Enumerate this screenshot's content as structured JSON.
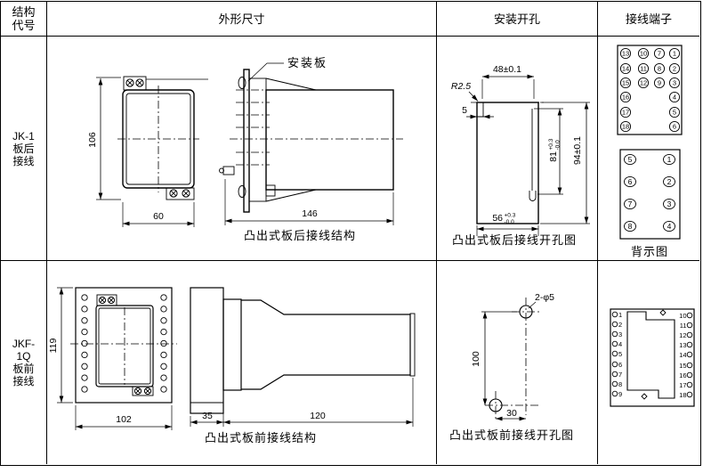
{
  "header": {
    "columns": [
      "结构代号",
      "外形尺寸",
      "安装开孔",
      "接线端子"
    ]
  },
  "rows": [
    {
      "code_lines": [
        "JK-1",
        "板后",
        "接线"
      ]
    },
    {
      "code_lines": [
        "JKF-",
        "1Q",
        "板前",
        "接线"
      ]
    }
  ],
  "outline1": {
    "plate_label": "安装板",
    "front_height": "106",
    "front_width": "60",
    "side_length": "146",
    "caption": "凸出式板后接线结构"
  },
  "holes1": {
    "dim_top": "48±0.1",
    "radius": "R2.5",
    "dim_tab": "5",
    "dim_slot": {
      "value": "81",
      "upper": "+0.3",
      "lower": "-0.0"
    },
    "dim_height": "94±0.1",
    "dim_bottom": {
      "value": "56",
      "upper": "+0.3",
      "lower": "-0.0"
    },
    "caption": "凸出式板后接线开孔图"
  },
  "terminals1": {
    "front": {
      "col1": [
        "13",
        "14",
        "15",
        "16",
        "17",
        "18"
      ],
      "col2": [
        "10",
        "11",
        "12"
      ],
      "col3": [
        "7",
        "8",
        "9"
      ],
      "col4": [
        "1",
        "2",
        "3",
        "4",
        "5",
        "6"
      ]
    },
    "back": {
      "left": [
        "5",
        "6",
        "7",
        "8"
      ],
      "right": [
        "1",
        "2",
        "3",
        "4"
      ]
    },
    "back_caption": "背示图"
  },
  "outline2": {
    "front_height": "119",
    "front_width": "102",
    "side_depth": "35",
    "side_length": "120",
    "caption": "凸出式板前接线结构"
  },
  "holes2": {
    "hole_label": "2-φ5",
    "dim_vertical": "100",
    "dim_horizontal": "30",
    "caption": "凸出式板前接线开孔图"
  },
  "terminals2": {
    "left": [
      "1",
      "2",
      "3",
      "4",
      "5",
      "6",
      "7",
      "8",
      "9"
    ],
    "right": [
      "10",
      "11",
      "12",
      "13",
      "14",
      "15",
      "16",
      "17",
      "18"
    ]
  },
  "colors": {
    "line": "#000000",
    "background": "#ffffff"
  }
}
